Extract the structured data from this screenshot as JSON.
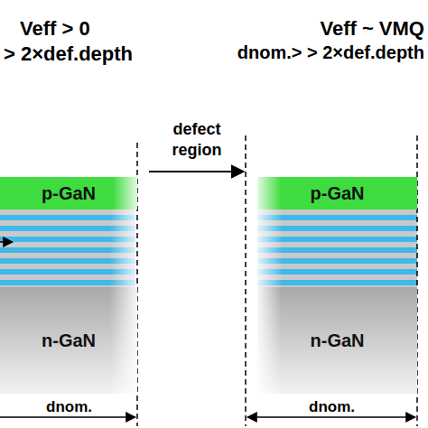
{
  "diagram": {
    "nodes": [
      {
        "text": [
          "p-GaN"
        ]
      },
      {
        "text": [
          "n-GaN"
        ]
      },
      {
        "text": [
          "p-GaN"
        ]
      },
      {
        "text": [
          "n-GaN"
        ]
      }
    ],
    "labels": [
      "Veff > 0",
      "> 2×def.depth",
      "Veff ~ VMQ",
      "dnom.> > 2×def.depth",
      "defect region",
      "dnom.",
      "dnom."
    ]
  }
}
